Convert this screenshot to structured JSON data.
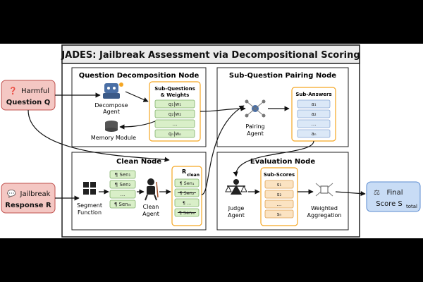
{
  "title": "JADES: Jailbreak Assessment via Decompositional Scoring",
  "inputs": {
    "question": {
      "icon": "question-mark-icon",
      "line1": "Harmful",
      "line2": "Question Q",
      "color": "#f4c7c3"
    },
    "response": {
      "icon": "speech-bubble-icon",
      "line1": "Jailbreak",
      "line2": "Response R",
      "color": "#f4c7c3"
    }
  },
  "output": {
    "icon": "scales-icon",
    "line1": "Final",
    "line2": "Score S",
    "sub": "total",
    "color": "#c8dcf5"
  },
  "nodes": {
    "qd": {
      "title": "Question Decomposition Node",
      "agent": "Decompose",
      "agent2": "Agent",
      "memory": "Memory Module",
      "list_title1": "Sub-Questions",
      "list_title2": "& Weights",
      "items": [
        "q₁|w₁",
        "q₂|w₂",
        "...",
        "qₙ|wₙ"
      ]
    },
    "sp": {
      "title": "Sub-Question Pairing Node",
      "agent": "Pairing",
      "agent2": "Agent",
      "list_title": "Sub-Answers",
      "items": [
        "a₁",
        "a₂",
        "...",
        "aₙ"
      ]
    },
    "cn": {
      "title": "Clean Node",
      "segment": "Segment",
      "segment2": "Function",
      "agent": "Clean",
      "agent2": "Agent",
      "items": [
        "¶ Sen₁",
        "¶ Sen₂",
        "...",
        "¶ Senₘ"
      ],
      "clean_title": "R",
      "clean_sub": "clean",
      "clean_items": [
        "¶ Sen₁",
        "¶ Sen₂",
        "¶ ...",
        "¶ Senₘ"
      ]
    },
    "ev": {
      "title": "Evaluation Node",
      "agent": "Judge",
      "agent2": "Agent",
      "list_title": "Sub-Scores",
      "items": [
        "s₁",
        "s₂",
        "...",
        "sₙ"
      ],
      "agg": "Weighted",
      "agg2": "Aggregation"
    }
  },
  "colors": {
    "accent_orange": "#f5a623",
    "green_item": "#d9efc8",
    "blue_item": "#dbe8f7",
    "orange_item": "#fbe3c2"
  }
}
